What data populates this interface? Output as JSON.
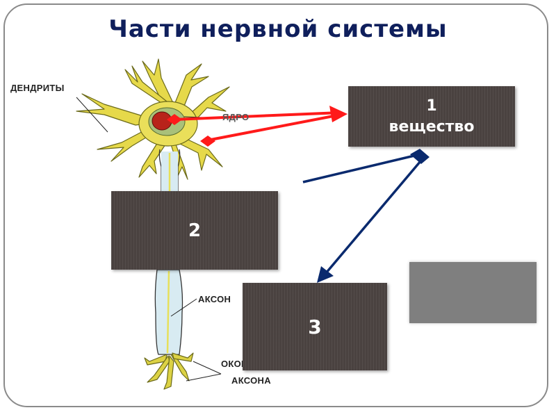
{
  "slide": {
    "title": "Части нервной системы"
  },
  "neuron_labels": {
    "dendrites": "ДЕНДРИТЫ",
    "nucleus": "ЯДРО",
    "axon": "АКСОН",
    "axon_endings_line1": "ОКОНЧАНИЯ",
    "axon_endings_line2": "АКСОНА"
  },
  "boxes": {
    "box1": {
      "number": "1",
      "text": "вещество"
    },
    "box2": {
      "number": "2"
    },
    "box3": {
      "number": "3"
    }
  },
  "colors": {
    "title": "#0f1f5c",
    "red_arrows": "#ff1a1a",
    "blue_arrows": "#0a2a6e",
    "box_fill": "#4a4240",
    "gray_box": "#7f7f7f"
  }
}
